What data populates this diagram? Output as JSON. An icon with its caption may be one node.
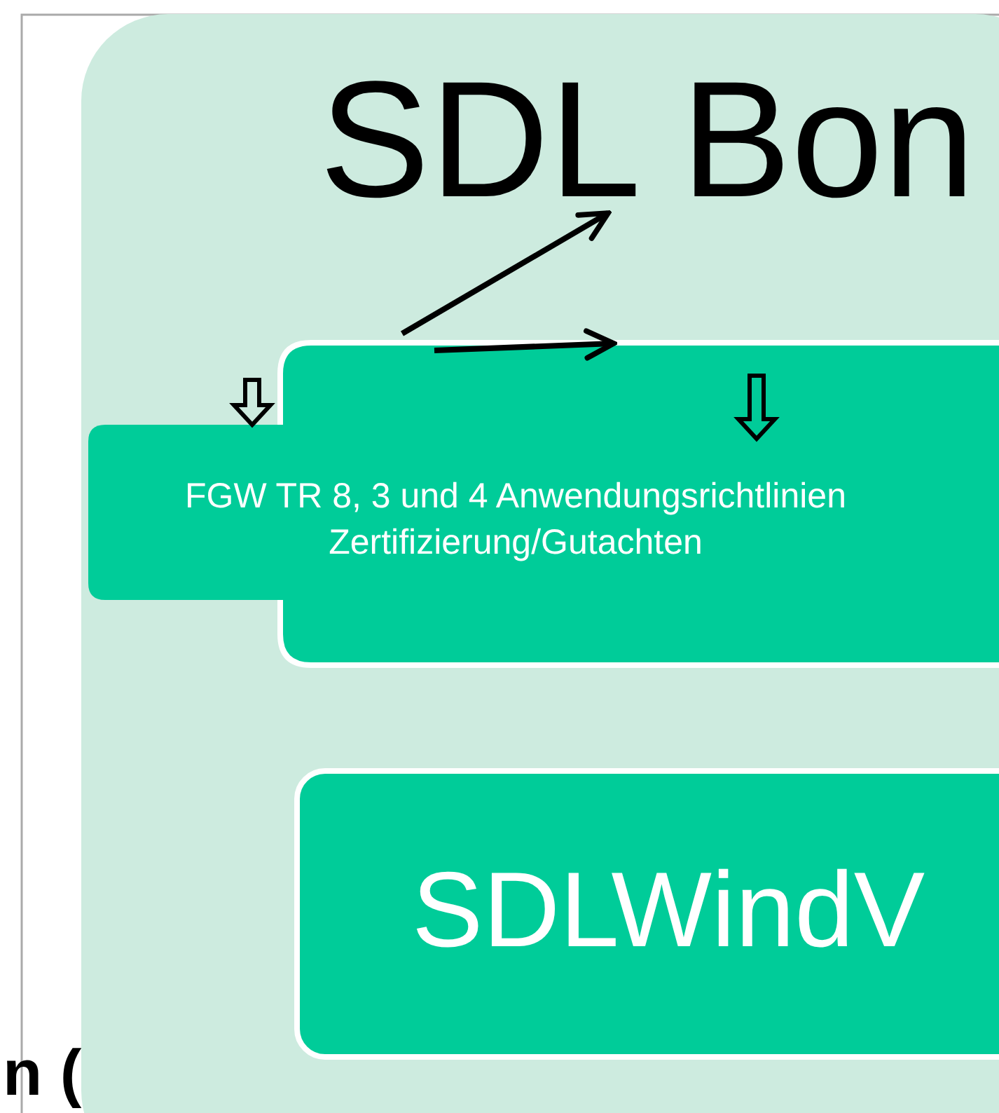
{
  "diagram": {
    "nodes": [
      {
        "text": [],
        "shape": "box"
      },
      {
        "text": [
          "SDL Bon"
        ],
        "in": 0
      },
      {
        "text": [
          "FGW TR 8, 3 und 4 Anwendungsrichtlinien Zertifizierung/Gutachten"
        ],
        "in": 0
      },
      {
        "text": [
          "SDLWindV"
        ],
        "in": 0
      }
    ],
    "edges": [
      {
        "from": 2,
        "to": 1,
        "arrow": "to"
      },
      {
        "from": null,
        "to": 2,
        "arrow": "to"
      },
      {
        "from": null,
        "to": 2,
        "arrow": "to",
        "style": "thick"
      },
      {
        "from": null,
        "to": 2,
        "arrow": "to",
        "style": "thick"
      }
    ],
    "labels": [
      "n ("
    ]
  }
}
